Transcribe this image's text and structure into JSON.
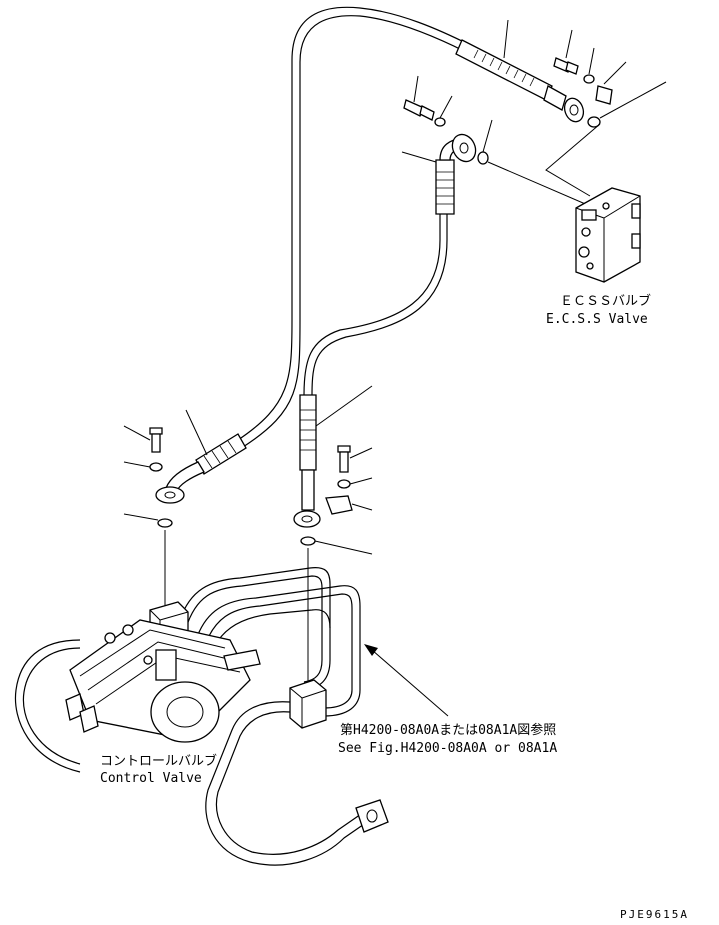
{
  "labels": {
    "ecss_valve_ja": "ＥＣＳＳバルブ",
    "ecss_valve_en": "E.C.S.S Valve",
    "control_valve_ja": "コントロールバルブ",
    "control_valve_en": "Control Valve",
    "reference_ja": "第H4200-08A0Aまたは08A1A図参照",
    "reference_en": "See Fig.H4200-08A0A or 08A1A",
    "drawing_code": "PJE9615A"
  }
}
